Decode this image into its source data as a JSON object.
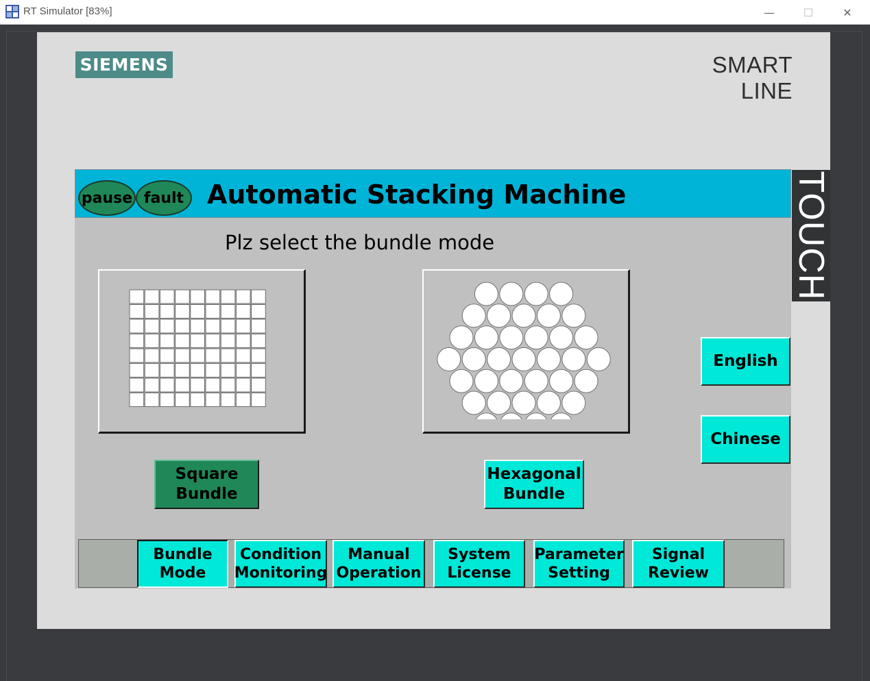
{
  "window": {
    "title": "RT Simulator [83%]",
    "icon": "app-icon",
    "controls": {
      "minimize": "—",
      "maximize": "☐",
      "close": "✕"
    }
  },
  "device": {
    "brand": "SIEMENS",
    "model": "SMART LINE",
    "side_label": "TOUCH",
    "colors": {
      "brand_bg": "#4d8b88",
      "bezel": "#dcdcdc"
    }
  },
  "screen": {
    "status": {
      "pause": "pause",
      "fault": "fault",
      "indicator_color": "#208858"
    },
    "title": "Automatic Stacking Machine",
    "prompt": "Plz select the bundle mode",
    "modes": {
      "square_label": "Square Bundle",
      "hexagonal_label": "Hexagonal Bundle",
      "selected": "Square Bundle"
    },
    "language": {
      "english": "English",
      "chinese": "Chinese"
    },
    "nav": [
      {
        "label": "Bundle Mode",
        "active": true
      },
      {
        "label": "Condition Monitoring"
      },
      {
        "label": "Manual Operation"
      },
      {
        "label": "System License"
      },
      {
        "label": "Parameter Setting"
      },
      {
        "label": "Signal Review"
      }
    ],
    "colors": {
      "header": "#00b4d8",
      "button": "#00e8d8",
      "selected_button": "#208858",
      "screen_bg": "#c0c0c0"
    }
  }
}
